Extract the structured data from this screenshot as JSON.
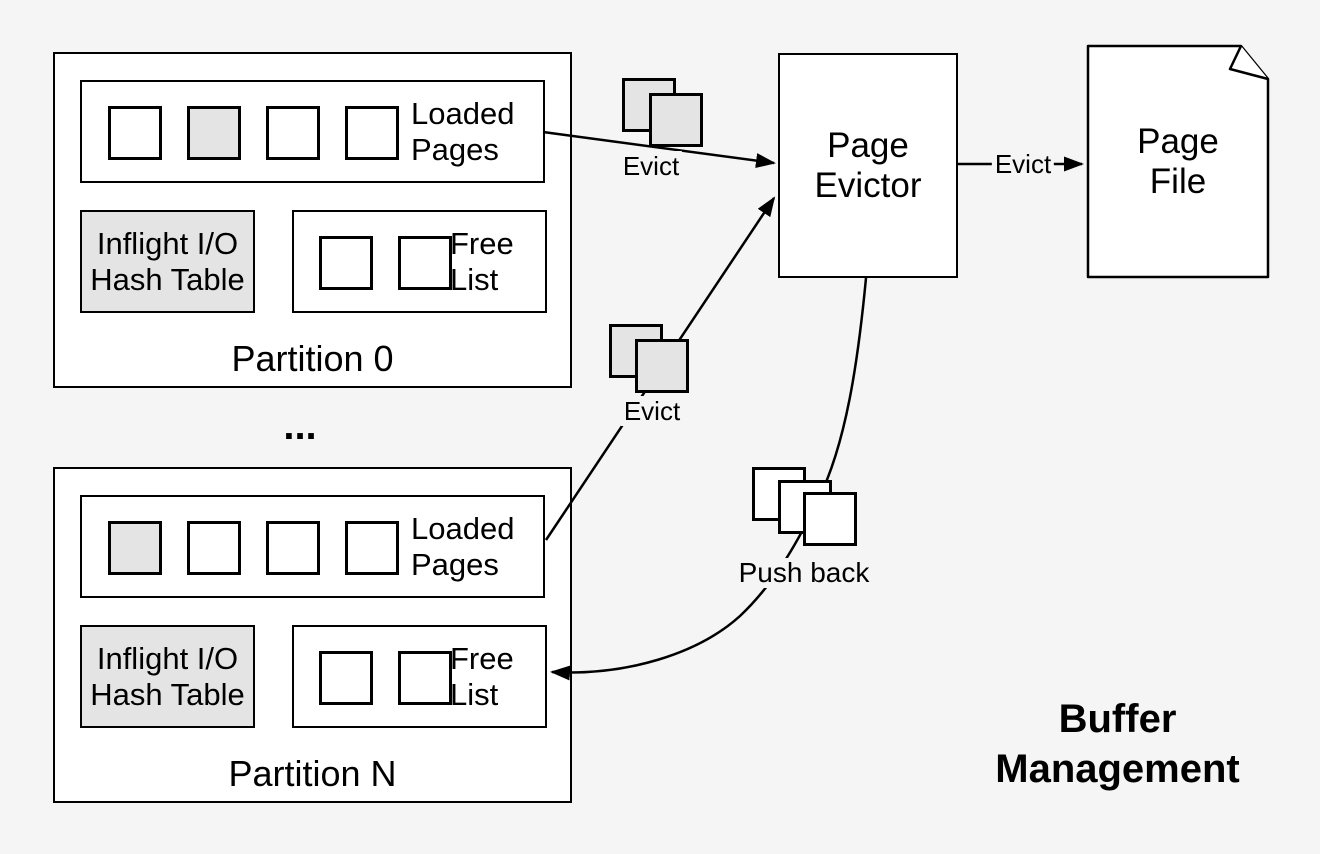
{
  "title": "Buffer\nManagement",
  "ellipsis": "...",
  "colors": {
    "background": "#f5f5f5",
    "box_fill": "#ffffff",
    "shaded_fill": "#e4e4e4",
    "line": "#000000"
  },
  "partitions": [
    {
      "label": "Partition 0",
      "loaded_pages": {
        "label": "Loaded\nPages",
        "slots": [
          "plain",
          "shaded",
          "plain",
          "plain"
        ]
      },
      "inflight_hash_table": {
        "label": "Inflight I/O\nHash Table"
      },
      "free_list": {
        "label": "Free\nList",
        "slots": [
          "plain",
          "plain"
        ]
      }
    },
    {
      "label": "Partition N",
      "loaded_pages": {
        "label": "Loaded\nPages",
        "slots": [
          "shaded",
          "plain",
          "plain",
          "plain"
        ]
      },
      "inflight_hash_table": {
        "label": "Inflight I/O\nHash Table"
      },
      "free_list": {
        "label": "Free\nList",
        "slots": [
          "plain",
          "plain"
        ]
      }
    }
  ],
  "page_evictor": {
    "label": "Page\nEvictor"
  },
  "page_file": {
    "label": "Page\nFile"
  },
  "connectors": {
    "evict_from_partition0": {
      "label": "Evict"
    },
    "evict_from_partitionN": {
      "label": "Evict"
    },
    "evict_to_page_file": {
      "label": "Evict"
    },
    "push_back": {
      "label": "Push back"
    }
  }
}
